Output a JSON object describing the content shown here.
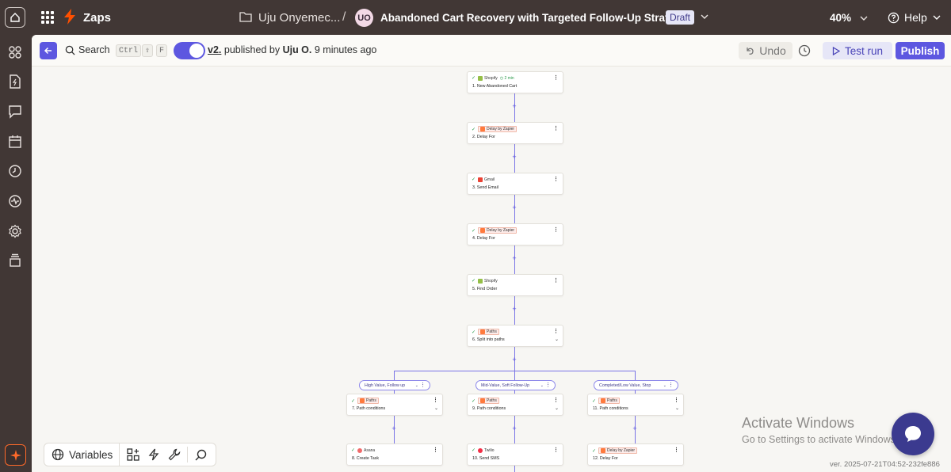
{
  "topbar": {
    "app_title": "Zaps",
    "owner": "Uju Onyemec...",
    "separator": "/",
    "avatar_initials": "UO",
    "zap_name": "Abandoned Cart Recovery with Targeted Follow-Up Strategy",
    "status": "Draft",
    "zoom": "40%",
    "help": "Help"
  },
  "toolbar": {
    "search": "Search",
    "shortcut_keys": [
      "Ctrl",
      "⇧",
      "F"
    ],
    "version": "v2.",
    "published_by": "published by",
    "publisher": "Uju O.",
    "published_time": "9 minutes ago",
    "undo": "Undo",
    "test_run": "Test run",
    "publish": "Publish"
  },
  "steps": [
    {
      "app": "Shopify",
      "title": "1. New Abandoned Cart",
      "badge": "2 min",
      "icon": "shopify-icon"
    },
    {
      "app": "Delay by Zapier",
      "title": "2. Delay For",
      "icon": "delay-icon"
    },
    {
      "app": "Gmail",
      "title": "3. Send Email",
      "icon": "gmail-icon"
    },
    {
      "app": "Delay by Zapier",
      "title": "4. Delay For",
      "icon": "delay-icon"
    },
    {
      "app": "Shopify",
      "title": "5. Find Order",
      "icon": "shopify-icon"
    },
    {
      "app": "Paths",
      "title": "6. Split into paths",
      "icon": "paths-icon"
    }
  ],
  "paths": [
    {
      "label": "High Value, Follow up",
      "condition": {
        "app": "Paths",
        "title": "7. Path conditions"
      },
      "next": {
        "app": "Asana",
        "title": "8. Create Task"
      }
    },
    {
      "label": "Mid-Value, Soft Follow-Up",
      "condition": {
        "app": "Paths",
        "title": "9. Path conditions"
      },
      "next": {
        "app": "Twilio",
        "title": "10. Send SMS"
      }
    },
    {
      "label": "Completed/Low Value, Stop",
      "condition": {
        "app": "Paths",
        "title": "11. Path conditions"
      },
      "next": {
        "app": "Delay by Zapier",
        "title": "12. Delay For"
      }
    }
  ],
  "bottom_tools": {
    "variables": "Variables"
  },
  "watermark": {
    "line1": "Activate Windows",
    "line2": "Go to Settings to activate Windows."
  },
  "version_string": "ver. 2025-07-21T04:52-232fe886",
  "colors": {
    "accent": "#5d57e0",
    "chrome": "#413735",
    "canvas": "#f7f6f3",
    "brand_orange": "#ff4f00"
  }
}
